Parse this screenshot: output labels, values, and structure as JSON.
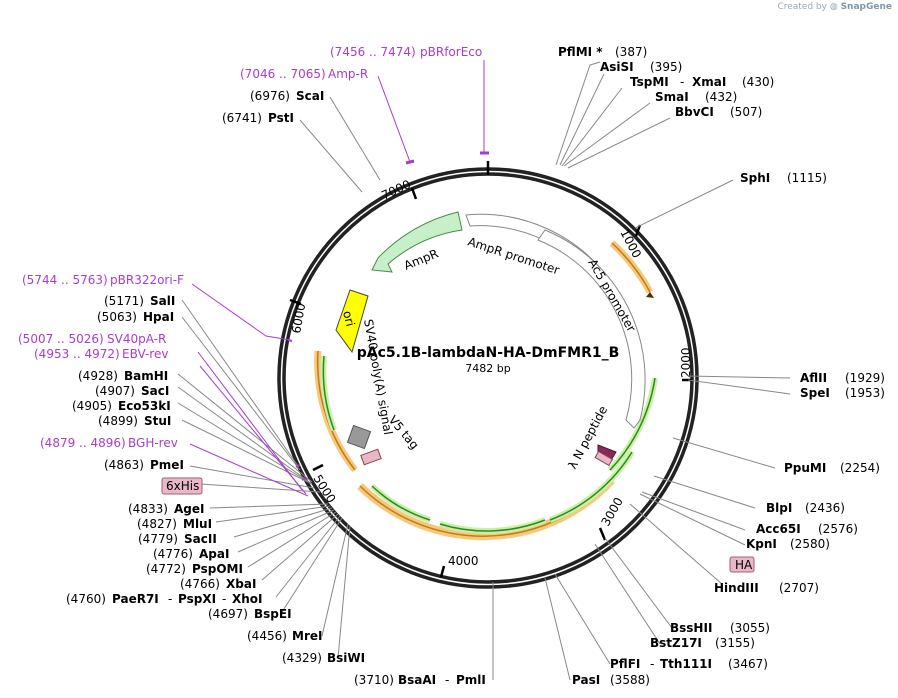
{
  "credit": {
    "prefix": "Created by",
    "brand": "SnapGene"
  },
  "plasmid": {
    "name": "pAc5.1B-lambdaN-HA-DmFMR1_B",
    "size": "7482 bp"
  },
  "ticks": [
    "1000",
    "2000",
    "3000",
    "4000",
    "5000",
    "6000",
    "7000"
  ],
  "features": {
    "ampr_promoter": "AmpR promoter",
    "ampr": "AmpR",
    "ac5_promoter": "Ac5 promoter",
    "ori": "ori",
    "sv40": "SV40 poly(A) signal",
    "v5": "V5 tag",
    "lambdaN": "λ N peptide"
  },
  "primers": [
    {
      "range": "(7456 .. 7474)",
      "name": "pBRforEco"
    },
    {
      "range": "(7046 .. 7065)",
      "name": "Amp-R"
    },
    {
      "range": "(5744 .. 5763)",
      "name": "pBR322ori-F"
    },
    {
      "range": "(5007 .. 5026)",
      "name": "SV40pA-R"
    },
    {
      "range": "(4953 .. 4972)",
      "name": "EBV-rev"
    },
    {
      "range": "(4879 .. 4896)",
      "name": "BGH-rev"
    }
  ],
  "sites_right": [
    {
      "name": "PflMI *",
      "pos": "(387)"
    },
    {
      "name": "AsiSI",
      "pos": "(395)"
    },
    {
      "name": "TspMI",
      "name2": "XmaI",
      "pos": "(430)"
    },
    {
      "name": "SmaI",
      "pos": "(432)"
    },
    {
      "name": "BbvCI",
      "pos": "(507)"
    },
    {
      "name": "SphI",
      "pos": "(1115)"
    },
    {
      "name": "AflII",
      "pos": "(1929)"
    },
    {
      "name": "SpeI",
      "pos": "(1953)"
    },
    {
      "name": "PpuMI",
      "pos": "(2254)"
    },
    {
      "name": "BlpI",
      "pos": "(2436)"
    },
    {
      "name": "Acc65I",
      "pos": "(2576)"
    },
    {
      "name": "KpnI",
      "pos": "(2580)"
    },
    {
      "name": "HindIII",
      "pos": "(2707)"
    },
    {
      "name": "BssHII",
      "pos": "(3055)"
    },
    {
      "name": "BstZ17I",
      "pos": "(3155)"
    },
    {
      "name": "PflFI",
      "name2": "Tth111I",
      "pos": "(3467)"
    },
    {
      "name": "PasI",
      "pos": "(3588)"
    }
  ],
  "sites_bottom": [
    {
      "name": "BsaAI",
      "name2": "PmlI",
      "pos": "(3710)"
    },
    {
      "name": "BsiWI",
      "pos": "(4329)"
    },
    {
      "name": "MreI",
      "pos": "(4456)"
    }
  ],
  "sites_left": [
    {
      "name": "ScaI",
      "pos": "(6976)"
    },
    {
      "name": "PstI",
      "pos": "(6741)"
    },
    {
      "name": "SalI",
      "pos": "(5171)"
    },
    {
      "name": "HpaI",
      "pos": "(5063)"
    },
    {
      "name": "BamHI",
      "pos": "(4928)"
    },
    {
      "name": "SacI",
      "pos": "(4907)"
    },
    {
      "name": "Eco53kI",
      "pos": "(4905)"
    },
    {
      "name": "StuI",
      "pos": "(4899)"
    },
    {
      "name": "PmeI",
      "pos": "(4863)"
    },
    {
      "name": "AgeI",
      "pos": "(4833)"
    },
    {
      "name": "MluI",
      "pos": "(4827)"
    },
    {
      "name": "SacII",
      "pos": "(4779)"
    },
    {
      "name": "ApaI",
      "pos": "(4776)"
    },
    {
      "name": "PspOMI",
      "pos": "(4772)"
    },
    {
      "name": "XbaI",
      "pos": "(4766)"
    },
    {
      "name": "PaeR7I",
      "name2": "PspXI",
      "name3": "XhoI",
      "pos": "(4760)"
    },
    {
      "name": "BspEI",
      "pos": "(4697)"
    }
  ],
  "tags": {
    "his": "6xHis",
    "ha": "HA"
  },
  "colors": {
    "primer": "#a83dcc",
    "orf_orange": "#f5c87a",
    "orf_green": "#c8f0a8",
    "tag_fill": "#e8b8c8"
  }
}
